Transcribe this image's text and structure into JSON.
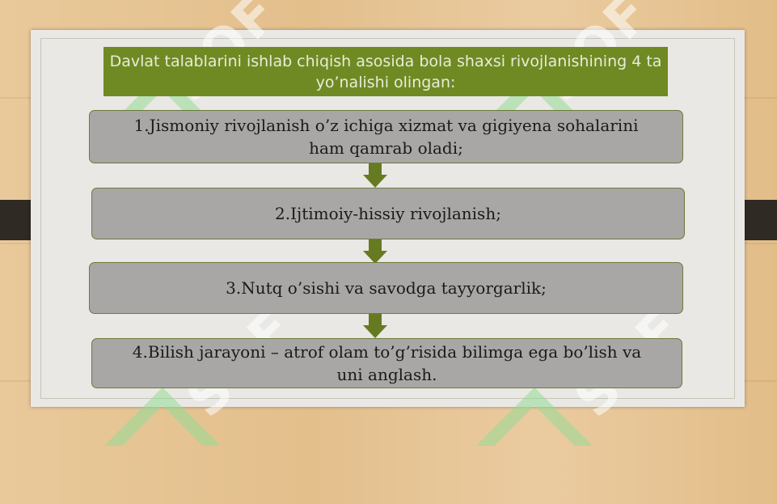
{
  "title": "Davlat talablarini ishlab chiqish asosida bola shaxsi rivojlanishining 4 ta yo’nalishi olingan:",
  "steps": [
    {
      "label": "1.Jismoniy rivojlanish o’z ichiga xizmat va gigiyena sohalarini ham qamrab oladi;"
    },
    {
      "label": "2.Ijtimoiy-hissiy rivojlanish;"
    },
    {
      "label": "3.Nutq o’sishi va savodga tayyorgarlik;"
    },
    {
      "label": "4.Bilish jarayoni – atrof olam to’g’risida bilimga ega bo’lish va uni anglash."
    }
  ],
  "watermark": "SOF",
  "colors": {
    "title_bg": "#6f8a23",
    "title_text": "#e8ecd8",
    "step_bg": "#a8a7a5",
    "arrow": "#667a22",
    "board": "#e9e8e4",
    "wood": "#e6c593"
  }
}
